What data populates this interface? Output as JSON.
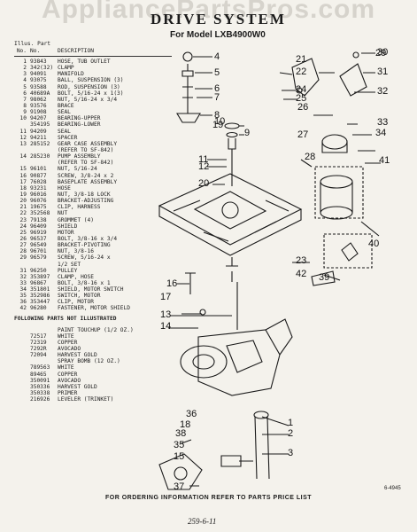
{
  "watermark": "AppliancePartsPros.com",
  "title": "DRIVE SYSTEM",
  "subtitle": "For Model LXB4900W0",
  "parts_header": {
    "illus_label": "Illus.",
    "part_label": "Part",
    "no_label": "No.",
    "partno_label": "No.",
    "desc_label": "DESCRIPTION"
  },
  "parts": [
    {
      "no": "1",
      "part": "93843",
      "desc": "HOSE, TUB OUTLET"
    },
    {
      "no": "2",
      "part": "342(32)",
      "desc": "CLAMP"
    },
    {
      "no": "3",
      "part": "94091",
      "desc": "MANIFOLD"
    },
    {
      "no": "4",
      "part": "93075",
      "desc": "BALL, SUSPENSION (3)"
    },
    {
      "no": "5",
      "part": "93588",
      "desc": "ROD, SUSPENSION (3)"
    },
    {
      "no": "6",
      "part": "40689A",
      "desc": "BOLT, 5/16-24 x 1(3)"
    },
    {
      "no": "7",
      "part": "98062",
      "desc": "NUT, 5/16-24 x 3/4"
    },
    {
      "no": "8",
      "part": "93576",
      "desc": "BRACE"
    },
    {
      "no": "9",
      "part": "91908",
      "desc": "SEAL"
    },
    {
      "no": "10",
      "part": "94207",
      "desc": "BEARING-UPPER"
    },
    {
      "no": "",
      "part": "354195",
      "desc": "BEARING-LOWER"
    },
    {
      "no": "11",
      "part": "94209",
      "desc": "SEAL"
    },
    {
      "no": "12",
      "part": "94211",
      "desc": "SPACER"
    },
    {
      "no": "13",
      "part": "285152",
      "desc": "GEAR CASE ASSEMBLY"
    },
    {
      "no": "",
      "part": "",
      "desc": "(REFER TO SF-842)"
    },
    {
      "no": "14",
      "part": "285230",
      "desc": "PUMP ASSEMBLY"
    },
    {
      "no": "",
      "part": "",
      "desc": "(REFER TO SF-842)"
    },
    {
      "no": "15",
      "part": "96101",
      "desc": "NUT, 5/16-24"
    },
    {
      "no": "16",
      "part": "90877",
      "desc": "SCREW, 3/8-24 x 2"
    },
    {
      "no": "17",
      "part": "76028",
      "desc": "BASEPLATE ASSEMBLY"
    },
    {
      "no": "18",
      "part": "93231",
      "desc": "HOSE"
    },
    {
      "no": "19",
      "part": "96016",
      "desc": "NUT, 3/8-18 LOCK"
    },
    {
      "no": "20",
      "part": "96076",
      "desc": "BRACKET-ADJUSTING"
    },
    {
      "no": "21",
      "part": "19675",
      "desc": "CLIP, HARNESS"
    },
    {
      "no": "22",
      "part": "352568",
      "desc": "NUT"
    },
    {
      "no": "23",
      "part": "79138",
      "desc": "GROMMET (4)"
    },
    {
      "no": "24",
      "part": "96409",
      "desc": "SHIELD"
    },
    {
      "no": "25",
      "part": "96919",
      "desc": "MOTOR"
    },
    {
      "no": "26",
      "part": "96537",
      "desc": "BOLT, 3/8-16 x 3/4"
    },
    {
      "no": "27",
      "part": "96549",
      "desc": "BRACKET-PIVOTING"
    },
    {
      "no": "28",
      "part": "96701",
      "desc": "NUT, 3/8-16"
    },
    {
      "no": "29",
      "part": "96579",
      "desc": "SCREW, 5/16-24 x"
    },
    {
      "no": "",
      "part": "",
      "desc": "1/2 SET"
    },
    {
      "no": "31",
      "part": "96250",
      "desc": "PULLEY"
    },
    {
      "no": "32",
      "part": "353897",
      "desc": "CLAMP, HOSE"
    },
    {
      "no": "33",
      "part": "96867",
      "desc": "BOLT, 3/8-16 x 1"
    },
    {
      "no": "34",
      "part": "351801",
      "desc": "SHIELD, MOTOR SWITCH"
    },
    {
      "no": "35",
      "part": "352986",
      "desc": "SWITCH, MOTOR"
    },
    {
      "no": "36",
      "part": "353447",
      "desc": "CLIP, MOTOR"
    },
    {
      "no": "42",
      "part": "96280",
      "desc": "FASTENER, MOTOR SHIELD"
    }
  ],
  "following_header": "FOLLOWING PARTS NOT ILLUSTRATED",
  "paint_items": [
    {
      "part": "",
      "desc": "PAINT TOUCHUP (1/2 OZ.)"
    },
    {
      "part": "72517",
      "desc": "WHITE"
    },
    {
      "part": "72319",
      "desc": "COPPER"
    },
    {
      "part": "7292R",
      "desc": "AVOCADO"
    },
    {
      "part": "72094",
      "desc": "HARVEST GOLD"
    },
    {
      "part": "",
      "desc": "SPRAY BOMB (12 OZ.)"
    },
    {
      "part": "789563",
      "desc": "WHITE"
    },
    {
      "part": "89465",
      "desc": "COPPER"
    },
    {
      "part": "350091",
      "desc": "AVOCADO"
    },
    {
      "part": "350336",
      "desc": "HARVEST GOLD"
    },
    {
      "part": "350338",
      "desc": "PRIMER"
    },
    {
      "part": "216926",
      "desc": "LEVELER (TRINKET)"
    }
  ],
  "callouts": [
    "1",
    "2",
    "3",
    "4",
    "5",
    "6",
    "7",
    "8",
    "9",
    "10",
    "11",
    "12",
    "13",
    "14",
    "15",
    "16",
    "17",
    "18",
    "19",
    "20",
    "21",
    "22",
    "23",
    "24",
    "25",
    "26",
    "27",
    "28",
    "29",
    "30",
    "31",
    "32",
    "33",
    "34",
    "35",
    "36",
    "37",
    "38",
    "39",
    "40",
    "41",
    "42"
  ],
  "footer": "FOR ORDERING INFORMATION REFER TO PARTS PRICE LIST",
  "ref_code": "6-4945",
  "page_no": "259-6-11"
}
